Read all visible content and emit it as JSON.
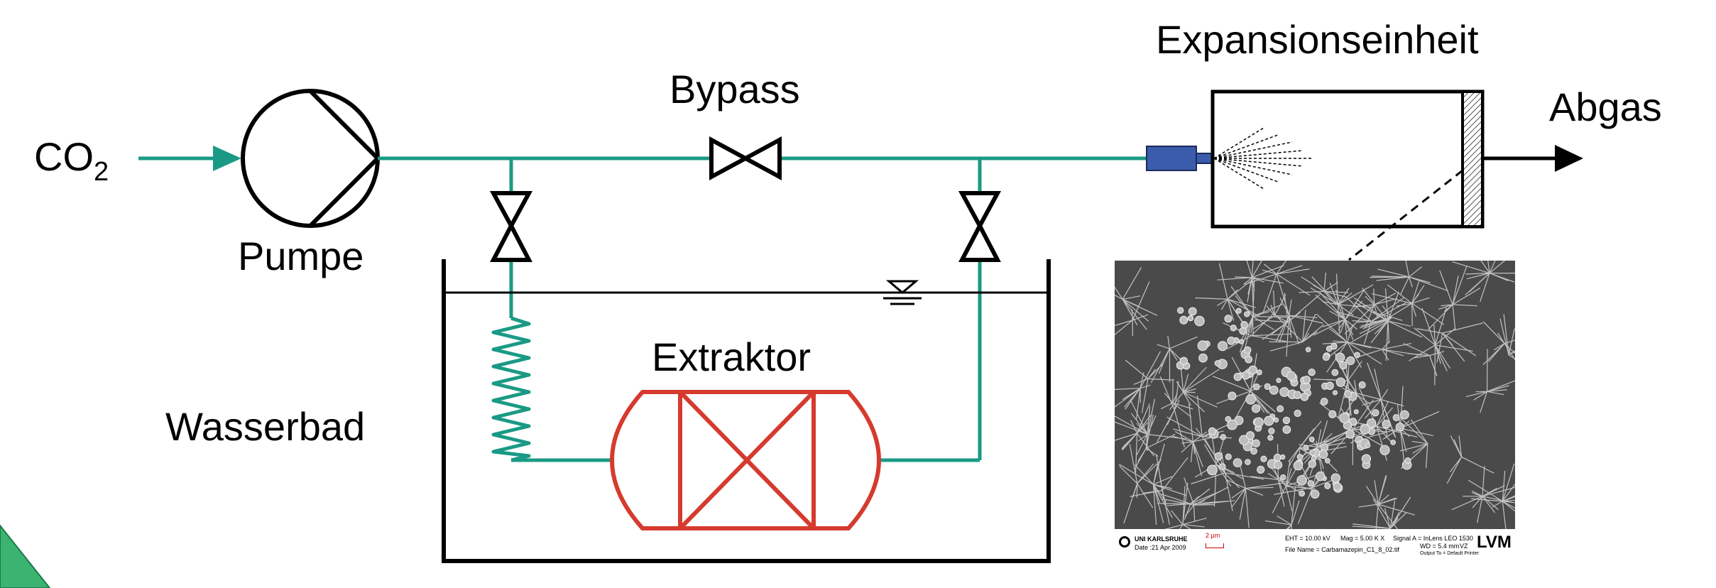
{
  "labels": {
    "co2_main": "CO",
    "co2_sub": "2",
    "pump": "Pumpe",
    "bypass": "Bypass",
    "expansion_unit": "Expansionseinheit",
    "exhaust": "Abgas",
    "extractor": "Extraktor",
    "water_bath": "Wasserbad"
  },
  "sem_image": {
    "footer": {
      "institution": "UNI KARLSRUHE",
      "date": "Date :21 Apr 2009",
      "scale": "2 µm",
      "eht": "EHT = 10.00 kV",
      "mag": "Mag =  5.00 K X",
      "signal": "Signal A = InLens  LEO 1530",
      "wd": "WD =  5.4 mm",
      "vz": "VZ",
      "file": "File Name = Carbamazepin_C1_8_02.tif",
      "output": "Output To = Default Printer",
      "logo": "LVM"
    }
  },
  "colors": {
    "pipe": "#1a9a85",
    "extractor": "#d63a2f",
    "nozzle": "#3b5bab",
    "line": "#000000"
  }
}
